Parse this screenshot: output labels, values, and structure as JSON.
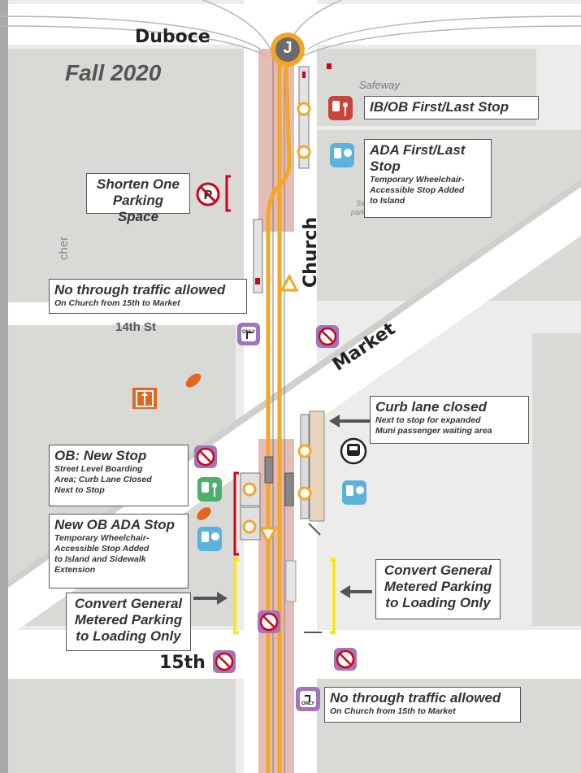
{
  "map": {
    "season": "Fall 2020",
    "route_badge": "J",
    "streets": {
      "duboce": "Duboce",
      "church": "Church",
      "market": "Market",
      "fourteenth": "14th St",
      "fifteenth": "15th",
      "fletcher_fragment": "cher"
    },
    "places": {
      "safeway": "Safeway",
      "parking_fragment_1": "Sa",
      "parking_fragment_2": "park"
    },
    "icons": {
      "only_sign_text": "ONLY",
      "left_only_sign_text": "ONLY"
    },
    "callouts": {
      "ib_ob_stop": {
        "title": "IB/OB First/Last Stop"
      },
      "ada_first_last": {
        "title_line1": "ADA First/Last",
        "title_line2": "Stop",
        "sub_line1": "Temporary Wheelchair-",
        "sub_line2": "Accessible Stop Added",
        "sub_line3": "to Island"
      },
      "shorten_parking": {
        "line1": "Shorten One",
        "line2": "Parking Space"
      },
      "no_through_top": {
        "title": "No through traffic allowed",
        "sub": "On Church from 15th to Market"
      },
      "curb_lane_closed": {
        "title": "Curb lane closed",
        "sub_line1": "Next to stop for expanded",
        "sub_line2": "Muni passenger waiting area"
      },
      "ob_new_stop": {
        "title": "OB: New Stop",
        "sub_line1": "Street Level Boarding",
        "sub_line2": "Area; Curb Lane Closed",
        "sub_line3": "Next to Stop"
      },
      "new_ob_ada": {
        "title": "New OB ADA Stop",
        "sub_line1": "Temporary Wheelchair-",
        "sub_line2": "Accessible Stop Added",
        "sub_line3": "to Island and Sidewalk",
        "sub_line4": "Extension"
      },
      "convert_right": {
        "line1": "Convert General",
        "line2": "Metered Parking",
        "line3": "to Loading Only"
      },
      "convert_left": {
        "line1": "Convert General",
        "line2": "Metered Parking",
        "line3": "to Loading Only"
      },
      "no_through_bottom": {
        "title": "No through traffic allowed",
        "sub": "On Church from 15th to Market"
      }
    },
    "colors": {
      "route_orange": "#f5a623",
      "road_white": "#ffffff",
      "block_gray": "#d9d9d6",
      "lane_pink": "#d9a6a0",
      "parking_red": "#d0021b",
      "loading_yellow": "#f8e71c"
    }
  }
}
